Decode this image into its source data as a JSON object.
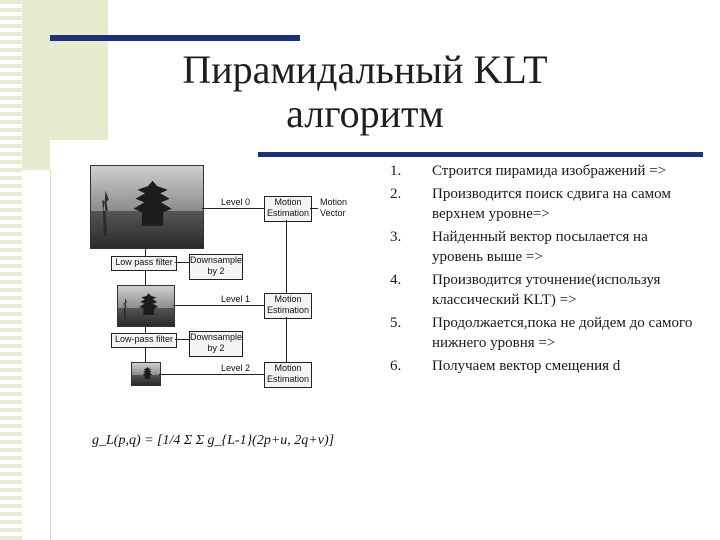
{
  "slide": {
    "title_line1": "Пирамидальный KLT",
    "title_line2": "алгоритм"
  },
  "steps": [
    {
      "num": "1.",
      "text": "Строится пирамида изображений =>"
    },
    {
      "num": "2.",
      "text": "Производится поиск сдвига на самом верхнем уровне=>"
    },
    {
      "num": "3.",
      "text": "Найденный вектор посылается на уровень выше =>"
    },
    {
      "num": "4.",
      "text": "Производится уточнение(используя классический KLT) =>"
    },
    {
      "num": "5.",
      "text": "Продолжается,пока не дойдем до самого нижнего уровня =>"
    },
    {
      "num": "6.",
      "text": "Получаем вектор смещения d"
    }
  ],
  "figure": {
    "level0": "Level 0",
    "level1": "Level 1",
    "level2": "Level 2",
    "motion_estimation": "Motion Estimation",
    "motion_vector": "Motion Vector",
    "low_pass_1": "Low pass filter",
    "low_pass_2": "Low-pass filter",
    "downsample": "Downsample by 2"
  },
  "formula": "g_L(p,q) = [1/4 Σ Σ g_{L-1}(2p+u, 2q+v)]"
}
